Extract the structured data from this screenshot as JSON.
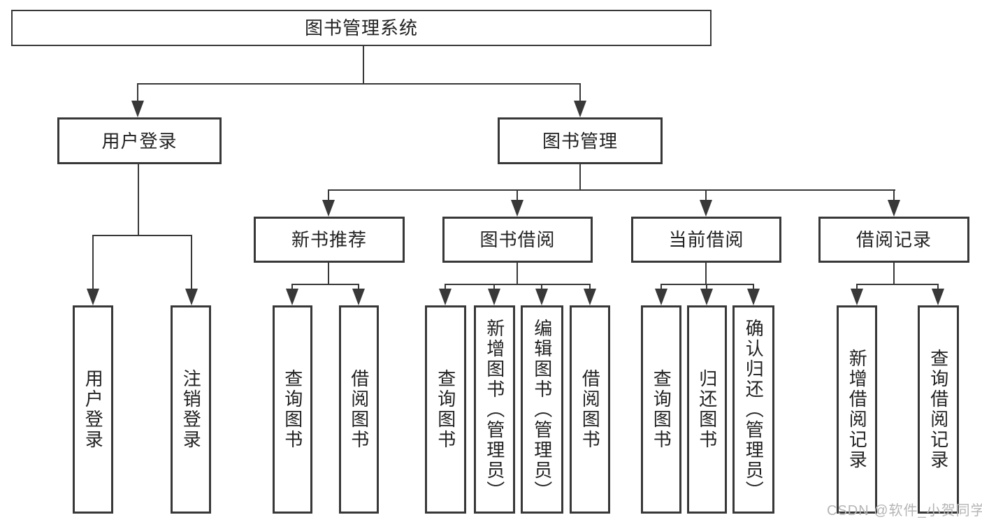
{
  "diagram": {
    "root": {
      "label": "图书管理系统"
    },
    "level2": [
      {
        "label": "用户登录"
      },
      {
        "label": "图书管理"
      }
    ],
    "level3": [
      {
        "label": "新书推荐"
      },
      {
        "label": "图书借阅"
      },
      {
        "label": "当前借阅"
      },
      {
        "label": "借阅记录"
      }
    ],
    "leaves": [
      {
        "label": "用户登录"
      },
      {
        "label": "注销登录"
      },
      {
        "label": "查询图书"
      },
      {
        "label": "借阅图书"
      },
      {
        "label": "查询图书"
      },
      {
        "label": "新增图书（管理员）"
      },
      {
        "label": "编辑图书（管理员）"
      },
      {
        "label": "借阅图书"
      },
      {
        "label": "查询图书"
      },
      {
        "label": "归还图书"
      },
      {
        "label": "确认归还（管理员）"
      },
      {
        "label": "新增借阅记录"
      },
      {
        "label": "查询借阅记录"
      }
    ]
  },
  "watermark": {
    "text": "CSDN @软件_小贺同学"
  },
  "colors": {
    "line": "#383838",
    "text": "#222222",
    "watermark": "#b5b5b5",
    "background": "#ffffff"
  }
}
